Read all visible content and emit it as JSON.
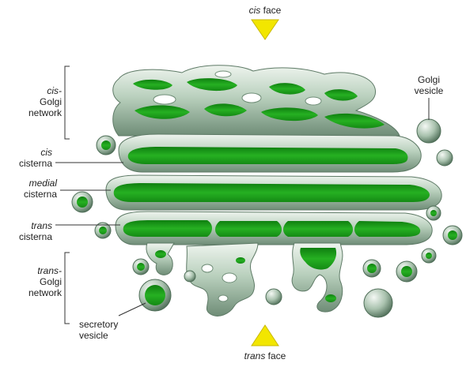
{
  "labels": {
    "cis_face": {
      "italic": "cis",
      "rest": "face"
    },
    "trans_face": {
      "italic": "trans",
      "rest": "face"
    },
    "cis_golgi_network": {
      "line1": "cis-",
      "line2": "Golgi",
      "line3": "network"
    },
    "cis_cisterna": {
      "line1": "cis",
      "line2": "cisterna"
    },
    "medial_cisterna": {
      "line1": "medial",
      "line2": "cisterna"
    },
    "trans_cisterna": {
      "line1": "trans",
      "line2": "cisterna"
    },
    "trans_golgi_network": {
      "line1": "trans-",
      "line2": "Golgi",
      "line3": "network"
    },
    "golgi_vesicle": {
      "line1": "Golgi",
      "line2": "vesicle"
    },
    "secretory_vesicle": {
      "line1": "secretory",
      "line2": "vesicle"
    }
  },
  "colors": {
    "lumen_green": "#1ea21a",
    "membrane": "#c9dccb",
    "membrane_shade": "#7f9c86",
    "membrane_rim": "#eef4ee",
    "marker_yellow": "#f2e600",
    "leader_line": "#333333"
  }
}
